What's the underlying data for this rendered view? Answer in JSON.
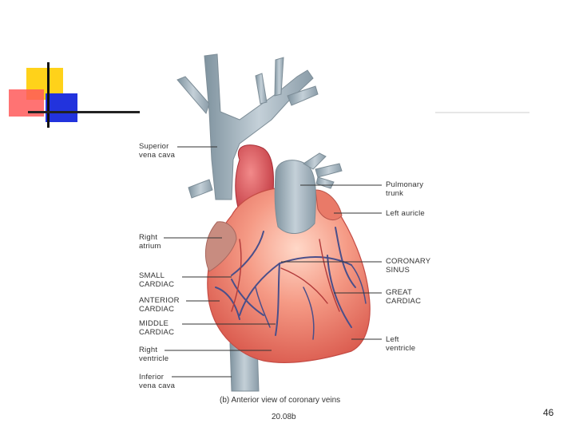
{
  "figure": {
    "caption": "(b) Anterior view of coronary veins",
    "code": "20.08b",
    "page_number": "46"
  },
  "labels_left": [
    {
      "line1": "Superior",
      "line2": "vena cava"
    },
    {
      "line1": "Right",
      "line2": "atrium"
    },
    {
      "line1": "SMALL",
      "line2": "CARDIAC"
    },
    {
      "line1": "ANTERIOR",
      "line2": "CARDIAC"
    },
    {
      "line1": "MIDDLE",
      "line2": "CARDIAC"
    },
    {
      "line1": "Right",
      "line2": "ventricle"
    },
    {
      "line1": "Inferior",
      "line2": "vena cava"
    }
  ],
  "labels_right": [
    {
      "line1": "Pulmonary",
      "line2": "trunk"
    },
    {
      "line1": "Left auricle",
      "line2": ""
    },
    {
      "line1": "CORONARY",
      "line2": "SINUS"
    },
    {
      "line1": "GREAT",
      "line2": "CARDIAC"
    },
    {
      "line1": "Left",
      "line2": "ventricle"
    }
  ],
  "colors": {
    "heart": "#f07a6a",
    "vessel": "#9fb0bd",
    "vein": "#4a4f8a",
    "accent_yellow": "#ffd21a",
    "accent_red": "#ff5a5a",
    "accent_blue": "#2233dd"
  }
}
